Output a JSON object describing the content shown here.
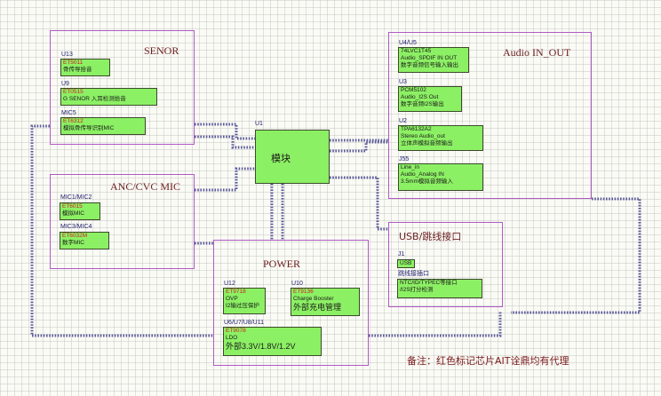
{
  "senor": {
    "title": "SENOR",
    "chips": [
      {
        "ref": "U13",
        "lines": [
          {
            "text": "ET5011",
            "red": true
          },
          {
            "text": "骨传导拾音"
          }
        ]
      },
      {
        "ref": "U9",
        "lines": [
          {
            "text": "ET0515",
            "red": true
          },
          {
            "text": "G SENOR 入耳检测拾音"
          }
        ]
      },
      {
        "ref": "MIC5",
        "lines": [
          {
            "text": "ET6312",
            "red": true
          },
          {
            "text": "模拟骨传导识别MIC"
          }
        ]
      }
    ]
  },
  "anc": {
    "title": "ANC/CVC MIC",
    "chips": [
      {
        "ref": "MIC1/MIC2",
        "lines": [
          {
            "text": "ET6015",
            "red": true
          },
          {
            "text": "模拟MIC"
          }
        ]
      },
      {
        "ref": "MIC3/MIC4",
        "lines": [
          {
            "text": "ET6032M",
            "red": true
          },
          {
            "text": "数字MIC"
          }
        ]
      }
    ]
  },
  "module": {
    "ref": "U1",
    "label": "模块"
  },
  "audio": {
    "title": "Audio IN_OUT",
    "chips": [
      {
        "ref": "U4/U5",
        "lines": [
          {
            "text": "74LVC1T45"
          },
          {
            "text": "Audio_SPDIF IN OUT"
          },
          {
            "text": "数字音频信号输入输出"
          }
        ]
      },
      {
        "ref": "U3",
        "lines": [
          {
            "text": "PCM5102"
          },
          {
            "text": "Audio_I2S Out"
          },
          {
            "text": "数字音频I2S输出"
          }
        ]
      },
      {
        "ref": "U2",
        "lines": [
          {
            "text": "TPA6132A2"
          },
          {
            "text": "Stereo Audio_out"
          },
          {
            "text": "立体声模拟音频输出"
          }
        ]
      },
      {
        "ref": "J55",
        "lines": [
          {
            "text": "Line_in"
          },
          {
            "text": "Audio_Analog IN"
          },
          {
            "text": "3.5mm模拟音频输入"
          }
        ]
      }
    ]
  },
  "usb": {
    "title": "USB/跳线接口",
    "ref": "J1",
    "chips": [
      {
        "lines": [
          {
            "text": "USB"
          }
        ]
      },
      {
        "lines": [
          {
            "text": "跳线接插口"
          }
        ]
      },
      {
        "lines": [
          {
            "text": "NTC/ID/TYPEC等接口"
          },
          {
            "text": "/I2S打分检测"
          }
        ]
      }
    ]
  },
  "power": {
    "title": "POWER",
    "chips": [
      {
        "ref": "U12",
        "lines": [
          {
            "text": "ET9718",
            "red": true
          },
          {
            "text": "OVP"
          },
          {
            "text": "I2输过压保护"
          }
        ]
      },
      {
        "ref": "U10",
        "lines": [
          {
            "text": "ET9136",
            "red": true
          },
          {
            "text": "Charge Booster"
          },
          {
            "text": "外部充电管理",
            "big": true
          }
        ]
      },
      {
        "ref": "U6/U7/U8/U11",
        "lines": [
          {
            "text": "ET9078",
            "red": true
          },
          {
            "text": "LDO"
          },
          {
            "text": "外部3.3V/1.8V/1.2V",
            "big": true
          }
        ]
      }
    ]
  },
  "note": "备注：红色标记芯片AIT诠鼎均有代理",
  "colors": {
    "block_border": "#b05ac4",
    "chip_fill": "#8cf064",
    "wire": "#5a5a9a",
    "red_text": "#cc1f1f"
  }
}
